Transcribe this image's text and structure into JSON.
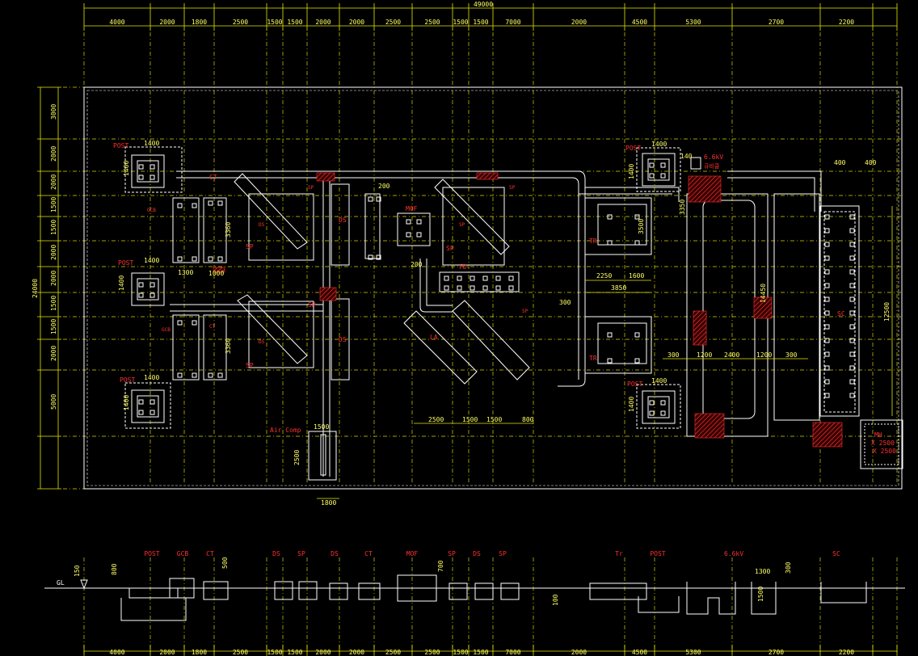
{
  "overall_dimension": "49000",
  "top_dimensions": [
    "4000",
    "2000",
    "1800",
    "2500",
    "1500",
    "1500",
    "2000",
    "2000",
    "2500",
    "2500",
    "1500",
    "1500",
    "7000",
    "2000",
    "4500",
    "5300",
    "2700",
    "2200"
  ],
  "bottom_dimensions": [
    "4000",
    "2000",
    "1800",
    "2500",
    "1500",
    "1500",
    "2000",
    "2000",
    "2500",
    "2500",
    "1500",
    "1500",
    "7000",
    "2000",
    "4500",
    "5300",
    "2700",
    "2200"
  ],
  "left_dimensions": [
    "3000",
    "2000",
    "2000",
    "1500",
    "1500",
    "2000",
    "2000",
    "1500",
    "1500",
    "2000",
    "5000"
  ],
  "left_overall": "24000",
  "plan_labels": {
    "post_1": "POST",
    "post_2": "POST",
    "post_3": "POST",
    "post_4": "POST",
    "post_5": "POST",
    "dim_1400_a": "1400",
    "dim_1400_b": "1400",
    "dim_1400_c": "1400",
    "dim_1400_d": "1400",
    "dim_1400_e": "1400",
    "dim_1400_f": "1400",
    "dim_1400_g": "1400",
    "dim_1400_h": "1400",
    "dim_1400_i": "1400",
    "dim_1400_j": "1400",
    "sixkv": "6.6kV",
    "sixkv_sub": "큐비클",
    "dim_140": "140",
    "ds_1": "DS",
    "ds_2": "DS",
    "ds_3": "DS",
    "ds_4": "DS",
    "sp_1": "SP",
    "sp_2": "SP",
    "sp_3": "SP",
    "sp_4": "SP",
    "sp_5": "SP",
    "sp_6": "SP",
    "sp_7": "SP",
    "sp_8": "SP",
    "ct_1": "CT",
    "ct_2": "CT",
    "gcb_1": "GCB",
    "gcb_2": "GCB",
    "mof": "MOF",
    "fd": "FD",
    "la": "LA",
    "tr_1": "TR",
    "tr_2": "TR",
    "sc": "SC",
    "air_comp": "Air Comp",
    "mh_1": "MH",
    "mh_2": "X 2500",
    "mh_3": "X 2500",
    "dim_2250": "2250",
    "dim_1600": "1600",
    "dim_3850": "3850",
    "dim_2500_a": "2500",
    "dim_1500_a": "1500",
    "dim_1500_b": "1500",
    "dim_800": "800",
    "dim_14450": "14450",
    "dim_12500": "12500",
    "dim_300_a": "300",
    "dim_1200": "1200",
    "dim_2400": "2400",
    "dim_1200_b": "1200",
    "dim_300_b": "300",
    "dim_400_a": "400",
    "dim_400_b": "400",
    "dim_3350": "3350",
    "dim_3500": "3500",
    "dim_3360_a": "3360",
    "dim_3360_b": "3360",
    "dim_1500_c": "1500",
    "dim_2500_b": "2500",
    "dim_1800": "1800",
    "dim_200": "200",
    "dim_200_b": "200",
    "dim_300_c": "300",
    "dim_1300": "1300",
    "dim_1000": "1000"
  },
  "section_labels": [
    "POST",
    "GCB",
    "CT",
    "DS",
    "SP",
    "DS",
    "CT",
    "MOF",
    "SP",
    "DS",
    "SP",
    "Tr",
    "POST",
    "6.6kV",
    "SC"
  ],
  "section_misc": {
    "gl": "GL",
    "d150": "150",
    "d800": "800",
    "d500": "500",
    "d700": "700",
    "d100": "100",
    "d1300": "1300",
    "d1500": "1500",
    "d300": "300"
  },
  "colors": {
    "background": "#000000",
    "dimension": "#ffff66",
    "label": "#ff3030",
    "outline": "#ffffff"
  }
}
